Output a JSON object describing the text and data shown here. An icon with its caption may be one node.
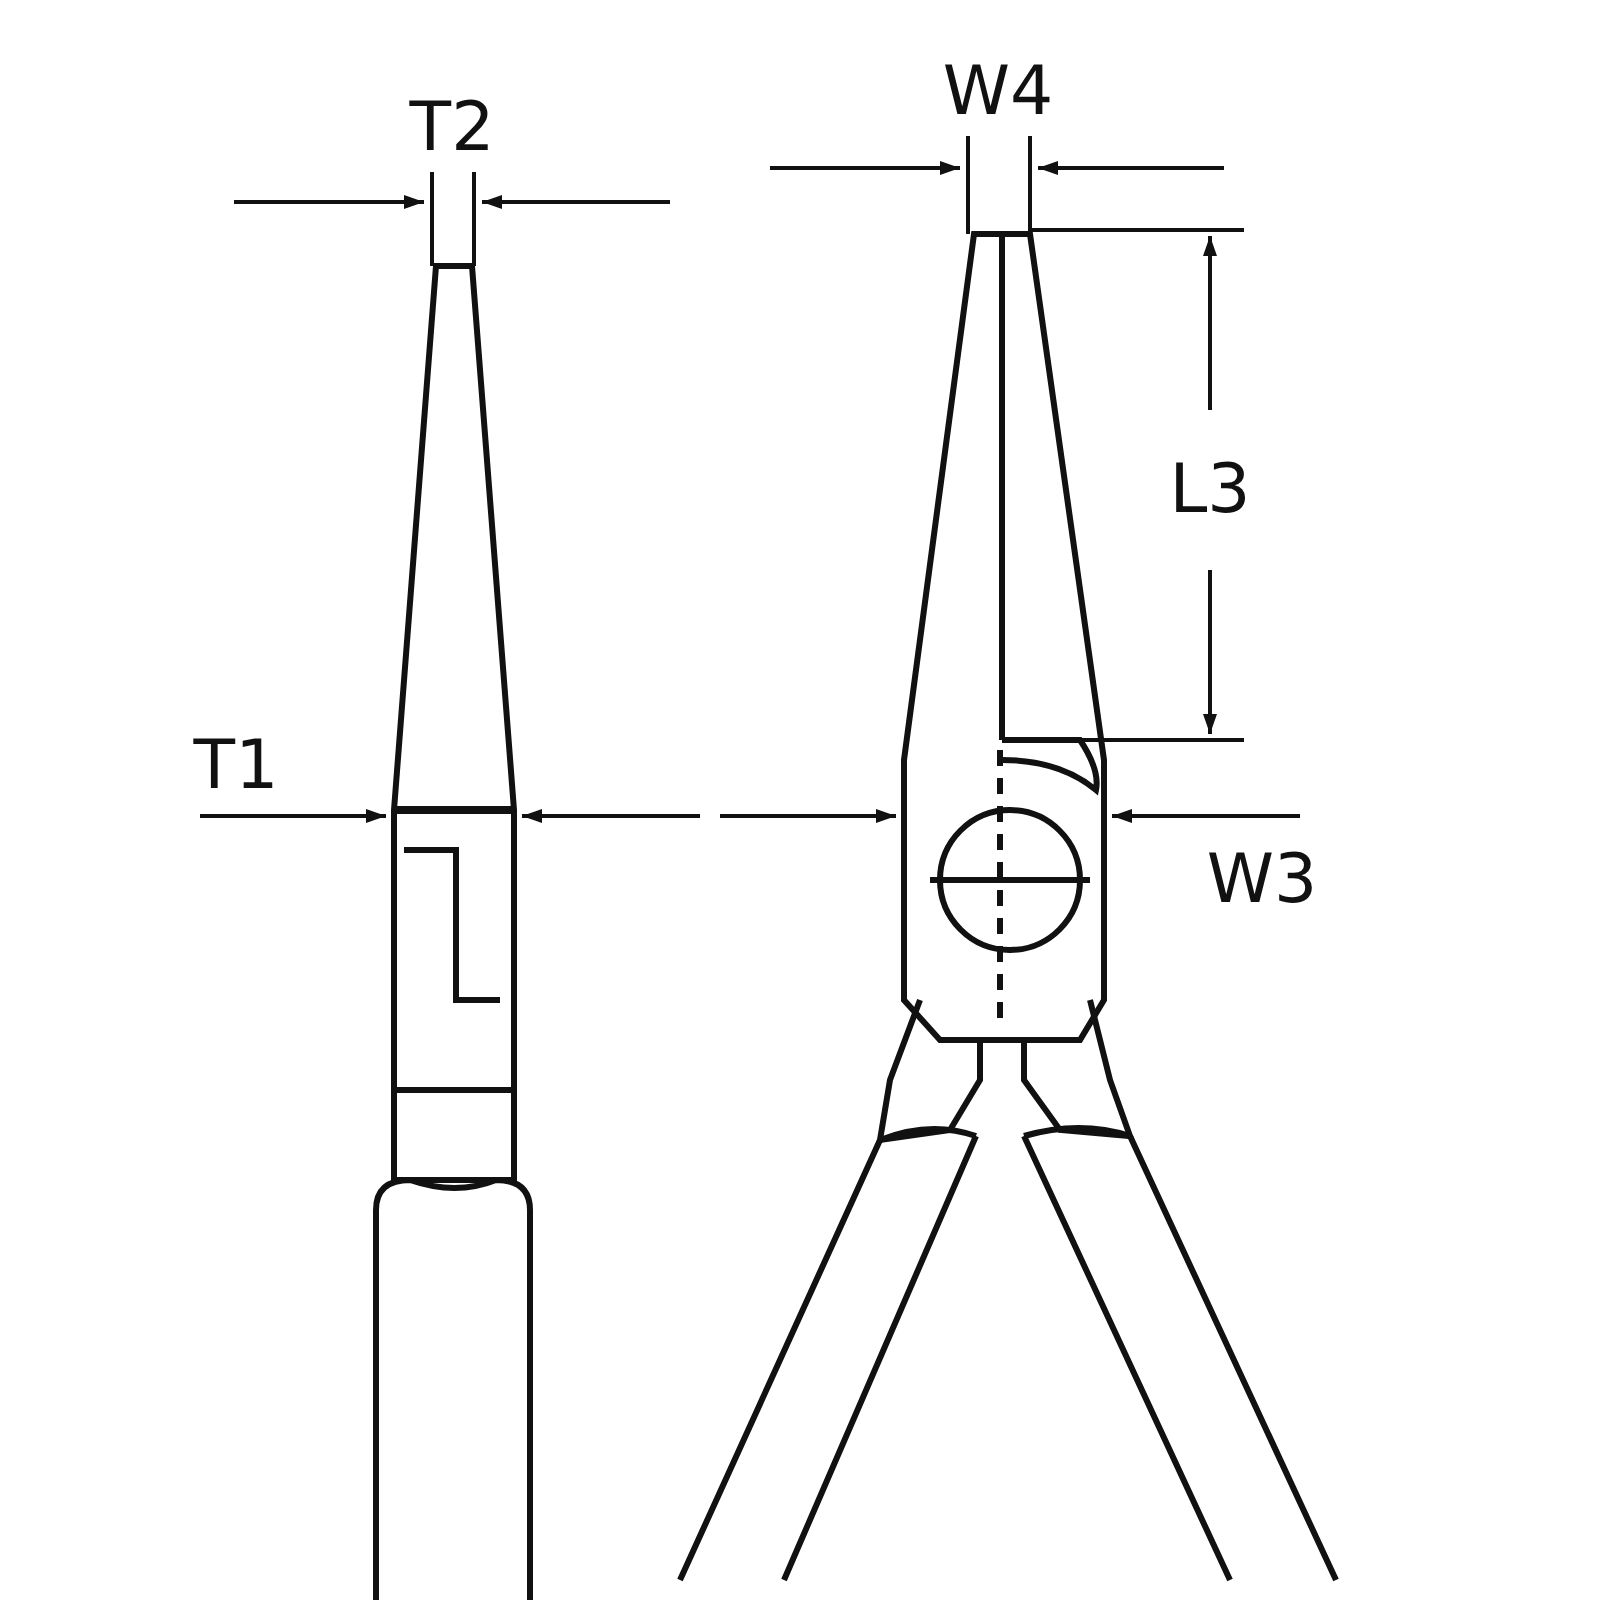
{
  "diagram": {
    "labels": [
      "T2",
      "W4",
      "L3",
      "T1",
      "W3"
    ]
  }
}
